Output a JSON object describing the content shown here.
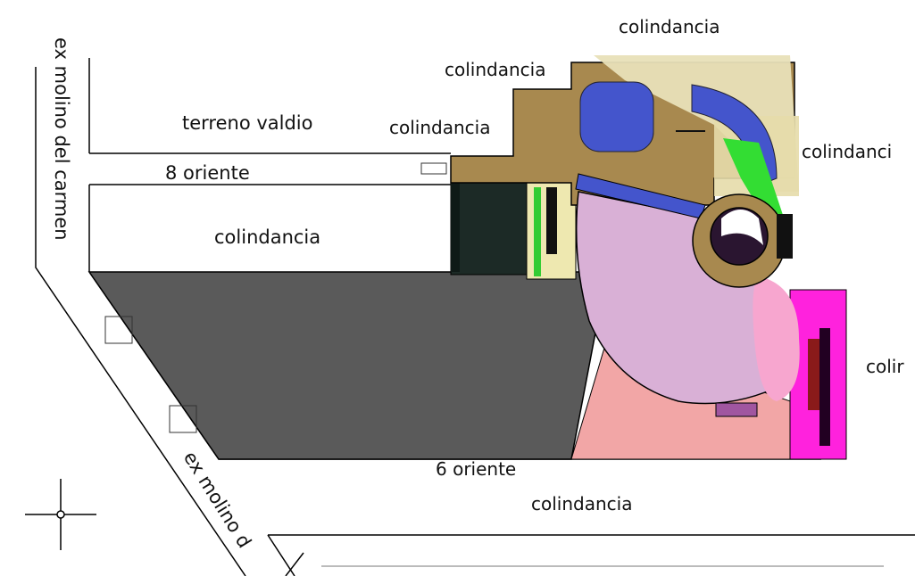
{
  "labels": {
    "top_colindancia": "colindancia",
    "upper_colindancia": "colindancia",
    "left_colindancia": "colindancia",
    "right_colindancia": "colindanci",
    "mid_colindancia": "colindancia",
    "bottom_colindancia": "colindancia",
    "right_edge_colindancia": "colir",
    "terreno_valdio": "terreno valdio",
    "street_8_oriente": "8 oriente",
    "street_6_oriente": "6 oriente",
    "ex_molino_del_carmen": "ex molino del carmen",
    "ex_molino_lower": "ex molino d"
  },
  "colors": {
    "courtyard": "#5a5a5a",
    "tan_block": "#a8894f",
    "cream_roof": "#e8e0b8",
    "blue_room": "#4455cc",
    "pink_arc": "#d9b0d6",
    "salmon": "#f2a6a6",
    "magenta": "#ff22dd",
    "dark_teal": "#1c2a26",
    "green": "#33dd33"
  }
}
